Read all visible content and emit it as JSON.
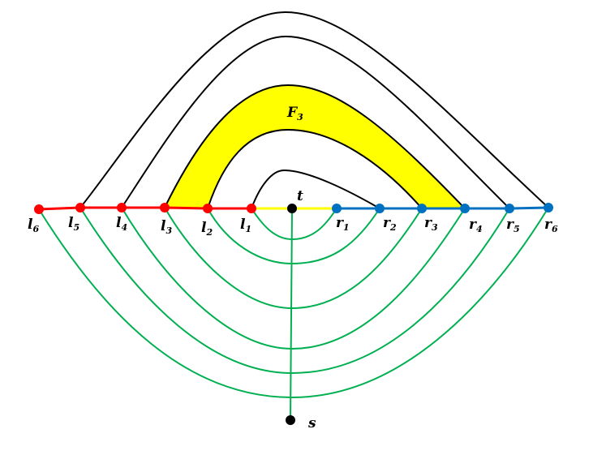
{
  "colors": {
    "background": "#ffffff",
    "left_path": "#ff0000",
    "right_path": "#0070c0",
    "middle_path": "#ffff00",
    "face_fill": "#ffff00",
    "arcs_below": "#00b050",
    "arcs_above": "#000000",
    "terminal_nodes": "#000000"
  },
  "labels": {
    "t": "t",
    "s": "s",
    "face": {
      "base": "F",
      "sub": "3"
    },
    "left": [
      {
        "base": "l",
        "sub": "1"
      },
      {
        "base": "l",
        "sub": "2"
      },
      {
        "base": "l",
        "sub": "3"
      },
      {
        "base": "l",
        "sub": "4"
      },
      {
        "base": "l",
        "sub": "5"
      },
      {
        "base": "l",
        "sub": "6"
      }
    ],
    "right": [
      {
        "base": "r",
        "sub": "1"
      },
      {
        "base": "r",
        "sub": "2"
      },
      {
        "base": "r",
        "sub": "3"
      },
      {
        "base": "r",
        "sub": "4"
      },
      {
        "base": "r",
        "sub": "5"
      },
      {
        "base": "r",
        "sub": "6"
      }
    ]
  }
}
